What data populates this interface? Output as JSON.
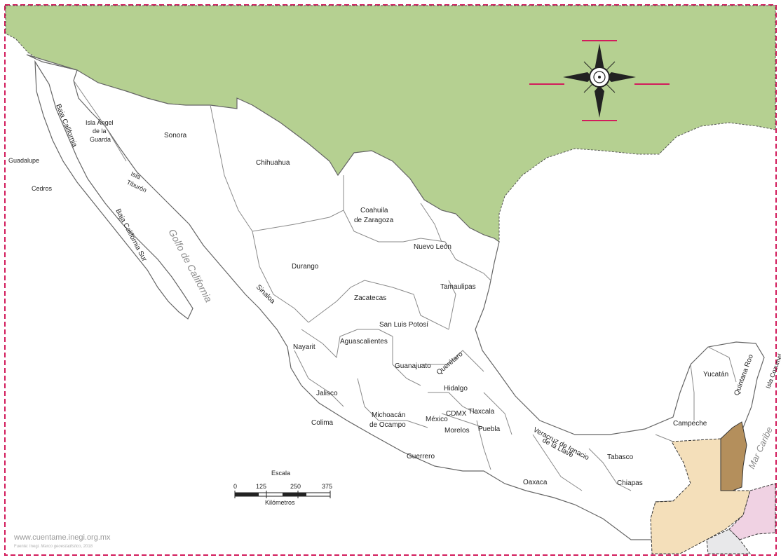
{
  "colors": {
    "land_north": "#b5d091",
    "border": "#d21c5c",
    "state_line": "#888888",
    "guatemala": "#f4dfba",
    "belize": "#b48f5c",
    "honduras": "#f0d2e3",
    "el_salvador": "#e8e8ea",
    "compass": "#222222",
    "water_label": "#8a8a8a"
  },
  "compass": {
    "icon": "compass-rose-icon"
  },
  "states": [
    {
      "id": "baja-california",
      "label": "Baja California"
    },
    {
      "id": "baja-california-sur",
      "label": "Baja California Sur"
    },
    {
      "id": "sonora",
      "label": "Sonora"
    },
    {
      "id": "chihuahua",
      "label": "Chihuahua"
    },
    {
      "id": "coahuila",
      "label": "Coahuila de Zaragoza"
    },
    {
      "id": "nuevo-leon",
      "label": "Nuevo León"
    },
    {
      "id": "tamaulipas",
      "label": "Tamaulipas"
    },
    {
      "id": "sinaloa",
      "label": "Sinaloa"
    },
    {
      "id": "durango",
      "label": "Durango"
    },
    {
      "id": "zacatecas",
      "label": "Zacatecas"
    },
    {
      "id": "san-luis-potosi",
      "label": "San Luis Potosí"
    },
    {
      "id": "nayarit",
      "label": "Nayarit"
    },
    {
      "id": "aguascalientes",
      "label": "Aguascalientes"
    },
    {
      "id": "guanajuato",
      "label": "Guanajuato"
    },
    {
      "id": "queretaro",
      "label": "Querétaro"
    },
    {
      "id": "hidalgo",
      "label": "Hidalgo"
    },
    {
      "id": "jalisco",
      "label": "Jalisco"
    },
    {
      "id": "colima",
      "label": "Colima"
    },
    {
      "id": "michoacan",
      "label": "Michoacán de Ocampo"
    },
    {
      "id": "mexico",
      "label": "México"
    },
    {
      "id": "cdmx",
      "label": "CDMX"
    },
    {
      "id": "tlaxcala",
      "label": "Tlaxcala"
    },
    {
      "id": "morelos",
      "label": "Morelos"
    },
    {
      "id": "puebla",
      "label": "Puebla"
    },
    {
      "id": "guerrero",
      "label": "Guerrero"
    },
    {
      "id": "oaxaca",
      "label": "Oaxaca"
    },
    {
      "id": "veracruz",
      "label": "Veracruz de Ignacio de la Llave"
    },
    {
      "id": "tabasco",
      "label": "Tabasco"
    },
    {
      "id": "chiapas",
      "label": "Chiapas"
    },
    {
      "id": "campeche",
      "label": "Campeche"
    },
    {
      "id": "yucatan",
      "label": "Yucatán"
    },
    {
      "id": "quintana-roo",
      "label": "Quintana Roo"
    }
  ],
  "islands": [
    {
      "id": "guadalupe",
      "label": "Guadalupe"
    },
    {
      "id": "cedros",
      "label": "Cedros"
    },
    {
      "id": "angel-de-la-guarda",
      "label": "Isla Ángel de la Guarda"
    },
    {
      "id": "tiburon",
      "label": "Isla Tiburón"
    },
    {
      "id": "cozumel",
      "label": "Isla Cozumel"
    }
  ],
  "water": [
    {
      "id": "golfo-de-california",
      "label": "Golfo de California"
    },
    {
      "id": "mar-caribe",
      "label": "Mar Caribe"
    }
  ],
  "scale": {
    "title": "Escala",
    "ticks": [
      "0",
      "125",
      "250",
      "375"
    ],
    "unit": "Kilómetros"
  },
  "credits": {
    "site": "www.cuentame.inegi.org.mx",
    "source_prefix": "Fuente: Inegi. ",
    "source_title": "Marco geoestadístico",
    "source_suffix": ", 2018"
  }
}
